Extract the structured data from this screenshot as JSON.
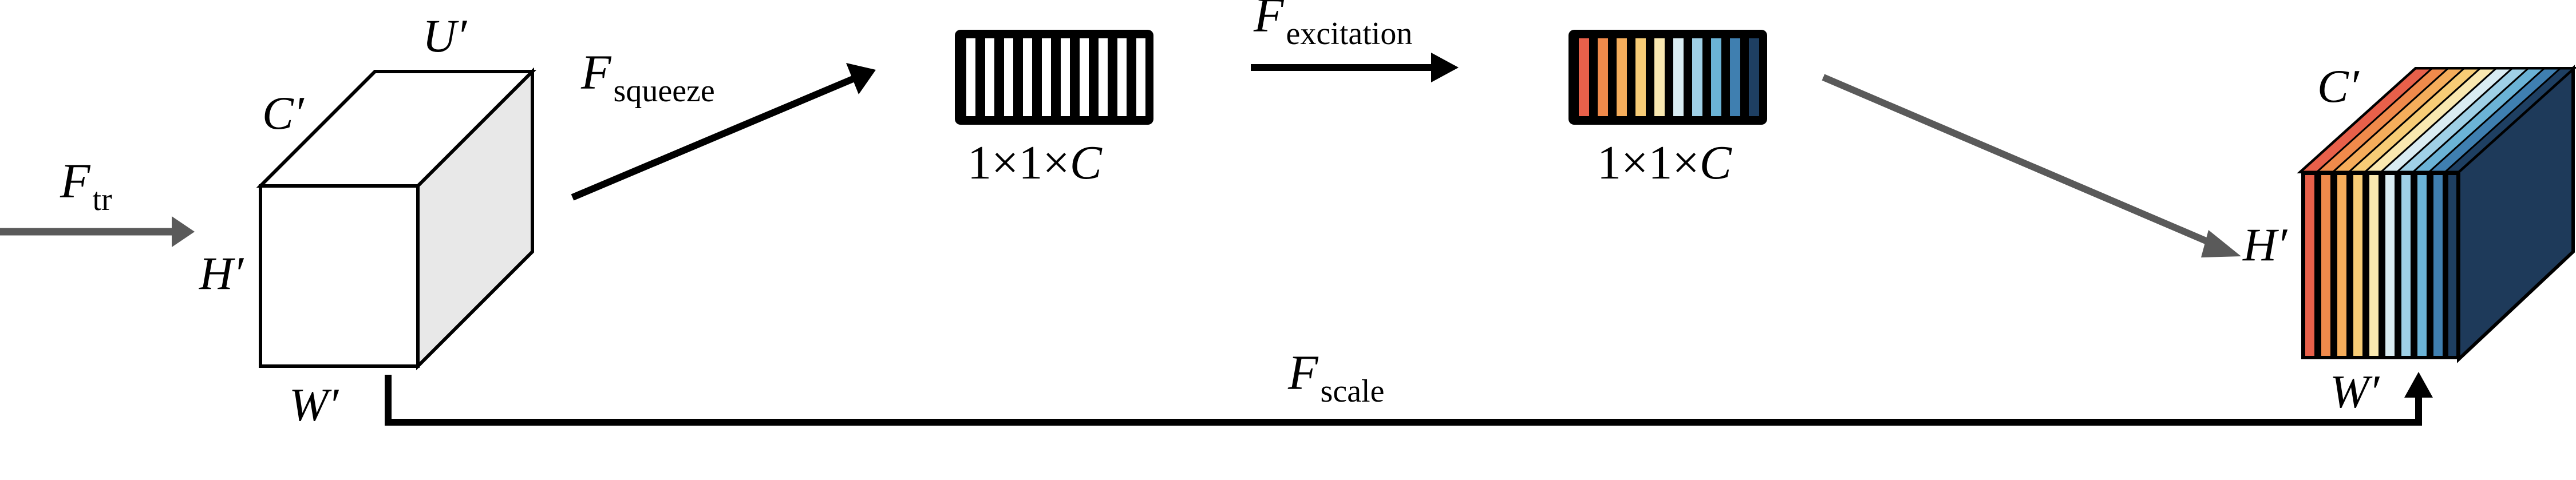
{
  "labels": {
    "f_tr": {
      "main": "F",
      "sub": "tr"
    },
    "f_squeeze": {
      "main": "F",
      "sub": "squeeze"
    },
    "f_excitation": {
      "main": "F",
      "sub": "excitation"
    },
    "f_scale": {
      "main": "F",
      "sub": "scale"
    },
    "input_cube": {
      "h": "H′",
      "w": "W′",
      "c": "C′",
      "u": "U′"
    },
    "output_cube": {
      "h": "H′",
      "w": "W′",
      "c": "C′"
    },
    "squeeze_vector": {
      "dim_a": "1",
      "dim_b": "1",
      "dim_c": "C"
    },
    "excitation_vector": {
      "dim_a": "1",
      "dim_b": "1",
      "dim_c": "C"
    }
  },
  "colors": {
    "arrow_gray": "#5a5a5a",
    "arrow_black": "#000000",
    "cube_side": "#e8e8e8",
    "channel_palette": [
      "#e8604a",
      "#f08a4b",
      "#f5ad5b",
      "#f7cc76",
      "#f9e8b0",
      "#d9ecf2",
      "#9fd0e6",
      "#6bb3d6",
      "#3f7fb0",
      "#1e3f62"
    ],
    "output_face": "#1e3a5a"
  }
}
